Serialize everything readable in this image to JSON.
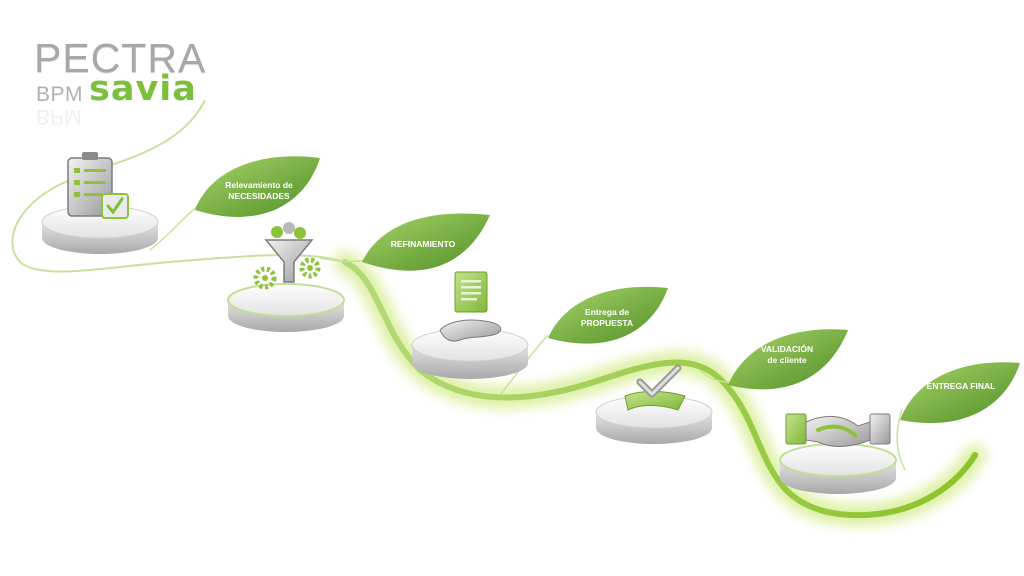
{
  "logo": {
    "brand_top": "PECTRA",
    "brand_prefix": "BPM",
    "brand_name": "savia"
  },
  "steps": [
    {
      "line1": "Relevamiento de",
      "line2": "NECESIDADES",
      "icon": "clipboard-checklist-icon"
    },
    {
      "line1": "REFINAMIENTO",
      "line2": "",
      "icon": "funnel-gears-icon"
    },
    {
      "line1": "Entrega de",
      "line2": "PROPUESTA",
      "icon": "document-hand-icon"
    },
    {
      "line1": "VALIDACIÓN",
      "line2": "de cliente",
      "icon": "checkmark-hand-icon"
    },
    {
      "line1": "ENTREGA FINAL",
      "line2": "",
      "icon": "handshake-icon"
    }
  ],
  "colors": {
    "leaf_light": "#9ccc5a",
    "leaf_dark": "#5e9b2e",
    "vine": "#9ccd3c",
    "pedestal": "#e6e6e6",
    "pedestal_ring": "#b6d98a",
    "logo_gray": "#a8a8a8",
    "logo_green": "#7cbf3c"
  }
}
